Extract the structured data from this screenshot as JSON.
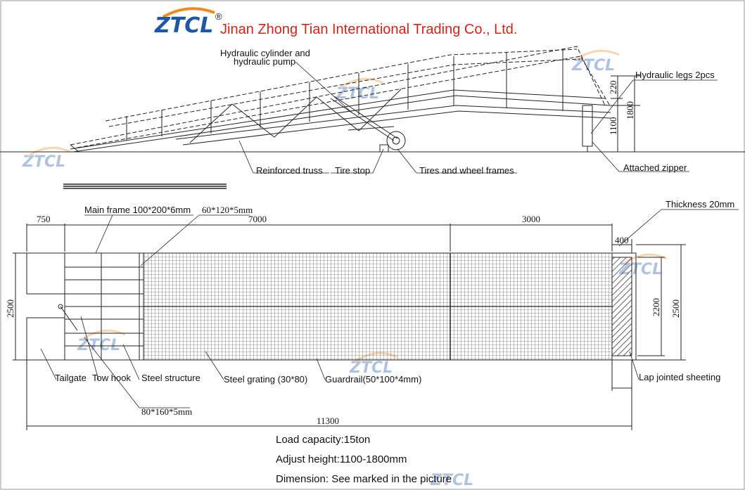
{
  "header": {
    "logo_text": "ZTCL",
    "logo_mark": "®",
    "company": "Jinan Zhong Tian International Trading Co., Ltd."
  },
  "colors": {
    "brand_red": "#d0241b",
    "logo_blue": "#1c57a8",
    "logo_orange": "#f08a1c",
    "line": "#222222"
  },
  "side_view": {
    "labels": {
      "hydraulic_cylinder_1": "Hydraulic cylinder and",
      "hydraulic_cylinder_2": "hydraulic pump",
      "hydraulic_legs": "Hydraulic legs 2pcs",
      "reinforced_truss": "Reinforced truss",
      "tire_stop": "Tire stop",
      "tires": "Tires and wheel frames",
      "attached_zipper": "Attached zipper"
    },
    "dims": {
      "d220": "220",
      "d1100": "1100",
      "d1800": "1800"
    }
  },
  "top_view": {
    "labels": {
      "main_frame": "Main frame 100*200*6mm",
      "tube": "60*120*5mm",
      "thickness": "Thickness 20mm",
      "tailgate": "Tailgate",
      "tow_hook": "Tow hook",
      "steel_structure": "Steel structure",
      "steel_grating": "Steel grating (30*80)",
      "guardrail": "Guardrail(50*100*4mm)",
      "lap_jointed": "Lap jointed sheeting",
      "tube2": "80*160*5mm"
    },
    "dims": {
      "d750": "750",
      "d7000": "7000",
      "d3000": "3000",
      "d400": "400",
      "d2500_left": "2500",
      "d2200": "2200",
      "d2500_right": "2500",
      "d11300": "11300"
    }
  },
  "specs": {
    "load_capacity": "Load capacity:15ton",
    "adjust_height": "Adjust height:1100-1800mm",
    "dimension": "Dimension: See marked in the picture"
  }
}
